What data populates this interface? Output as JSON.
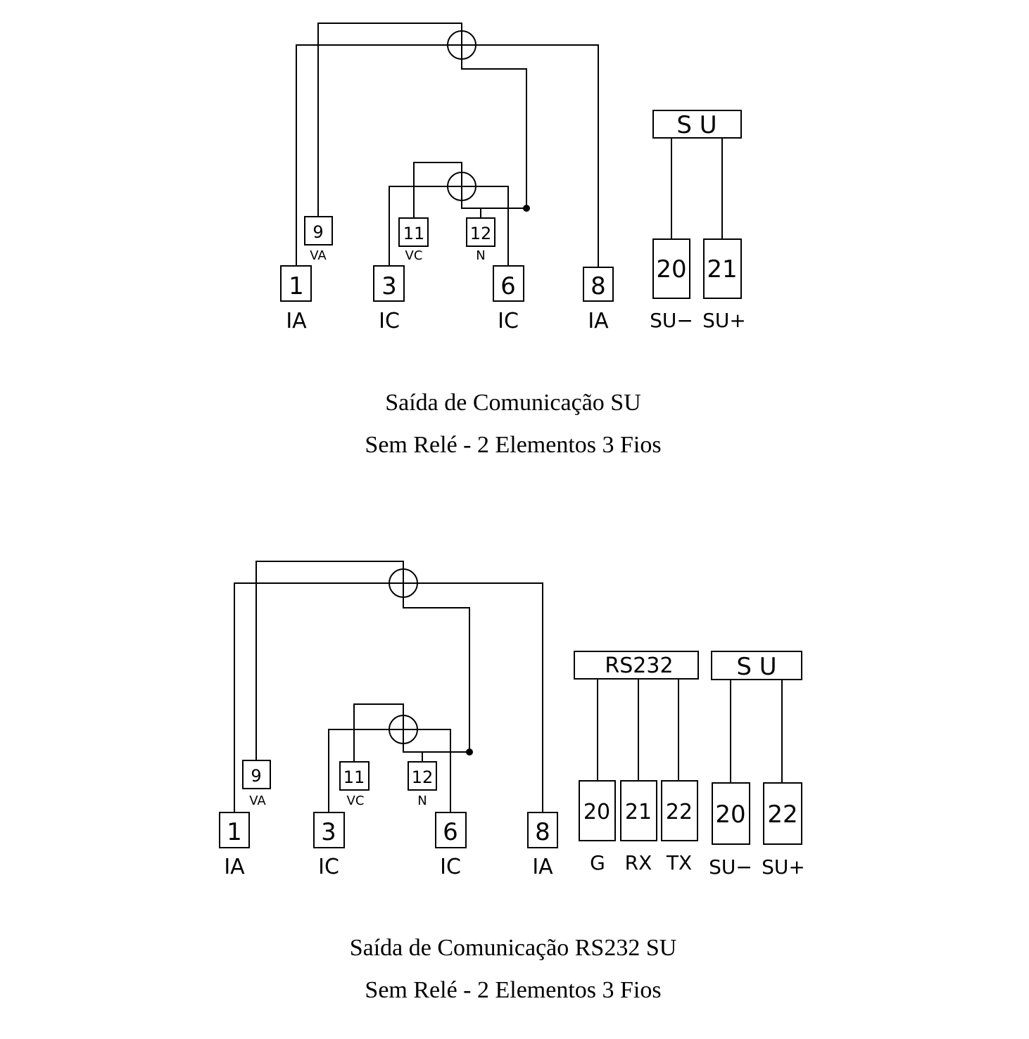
{
  "diagram1": {
    "caption_line1": "Saída de Comunicação SU",
    "caption_line2": "Sem Relé - 2 Elementos 3 Fios",
    "terminals": {
      "t1": {
        "num": "1",
        "label": "IA"
      },
      "t3": {
        "num": "3",
        "label": "IC"
      },
      "t6": {
        "num": "6",
        "label": "IC"
      },
      "t8": {
        "num": "8",
        "label": "IA"
      },
      "t9": {
        "num": "9",
        "label": "VA"
      },
      "t11": {
        "num": "11",
        "label": "VC"
      },
      "t12": {
        "num": "12",
        "label": "N"
      }
    },
    "su_header": "S U",
    "su_terminals": [
      {
        "num": "20",
        "label": "SU−"
      },
      {
        "num": "21",
        "label": "SU+"
      }
    ]
  },
  "diagram2": {
    "caption_line1": "Saída de Comunicação RS232 SU",
    "caption_line2": "Sem Relé - 2 Elementos 3 Fios",
    "terminals": {
      "t1": {
        "num": "1",
        "label": "IA"
      },
      "t3": {
        "num": "3",
        "label": "IC"
      },
      "t6": {
        "num": "6",
        "label": "IC"
      },
      "t8": {
        "num": "8",
        "label": "IA"
      },
      "t9": {
        "num": "9",
        "label": "VA"
      },
      "t11": {
        "num": "11",
        "label": "VC"
      },
      "t12": {
        "num": "12",
        "label": "N"
      }
    },
    "rs232_header": "RS232",
    "rs232_terminals": [
      {
        "num": "20",
        "label": "G"
      },
      {
        "num": "21",
        "label": "RX"
      },
      {
        "num": "22",
        "label": "TX"
      }
    ],
    "su_header": "S U",
    "su_terminals": [
      {
        "num": "20",
        "label": "SU−"
      },
      {
        "num": "22",
        "label": "SU+"
      }
    ]
  }
}
